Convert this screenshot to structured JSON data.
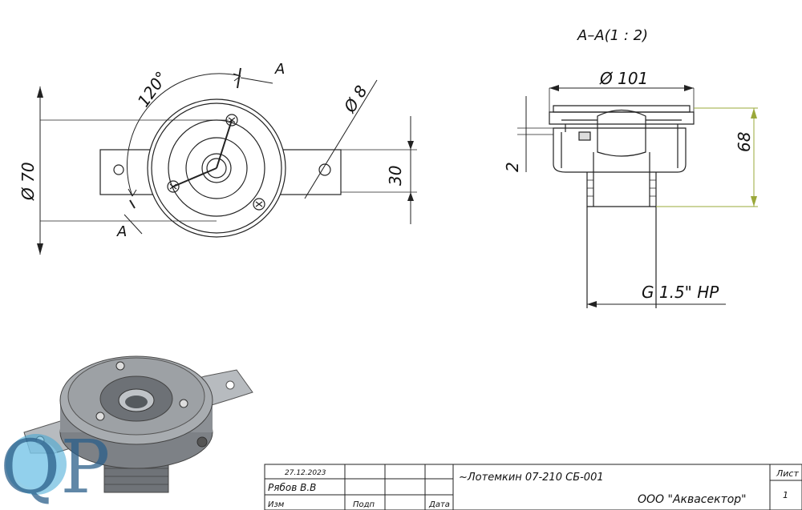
{
  "front_view": {
    "dim_diameter": "Ø 70",
    "dim_height": "30",
    "dim_hole": "Ø 8",
    "dim_angle": "120°",
    "section_mark_top": "A",
    "section_mark_bottom": "A"
  },
  "section_view": {
    "title": "A–A(1 : 2)",
    "dim_flange": "Ø 101",
    "dim_height": "68",
    "dim_step": "2",
    "thread": "G 1.5\" HP"
  },
  "title_block": {
    "date": "27.12.2023",
    "author": "Рябов В.В",
    "col_izm": "Изм",
    "col_podp": "Подп",
    "col_data": "Дата",
    "designation": "~Лотемкин 07-210 СБ-001",
    "company": "ООО \"Аквасектор\"",
    "sheet_label": "Лист",
    "sheet_number": "1"
  },
  "logo": {
    "text": "QP"
  },
  "colors": {
    "line": "#222222",
    "dim_green": "#9aa83a",
    "logo_blue": "#3fa7d6",
    "metal": "#8c9095"
  }
}
